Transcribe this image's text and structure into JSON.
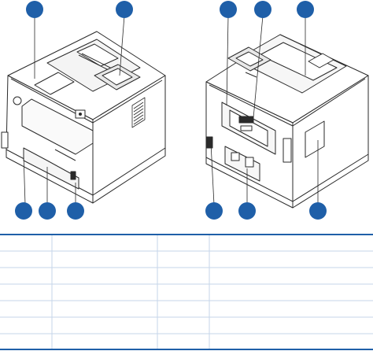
{
  "colors": {
    "callout": "#1f5fa8",
    "rule_dark": "#1f5fa8",
    "rule_light": "#c5d6ea",
    "outline": "#2a2a2a"
  },
  "figure": {
    "views": [
      {
        "name": "front-view",
        "callout_count": 5
      },
      {
        "name": "rear-view",
        "callout_count": 6
      }
    ]
  },
  "table": {
    "columns": 4,
    "rows": [
      [
        "",
        "",
        "",
        ""
      ],
      [
        "",
        "",
        "",
        ""
      ],
      [
        "",
        "",
        "",
        ""
      ],
      [
        "",
        "",
        "",
        ""
      ],
      [
        "",
        "",
        "",
        ""
      ],
      [
        "",
        "",
        "",
        ""
      ],
      [
        "",
        "",
        "",
        ""
      ]
    ]
  }
}
